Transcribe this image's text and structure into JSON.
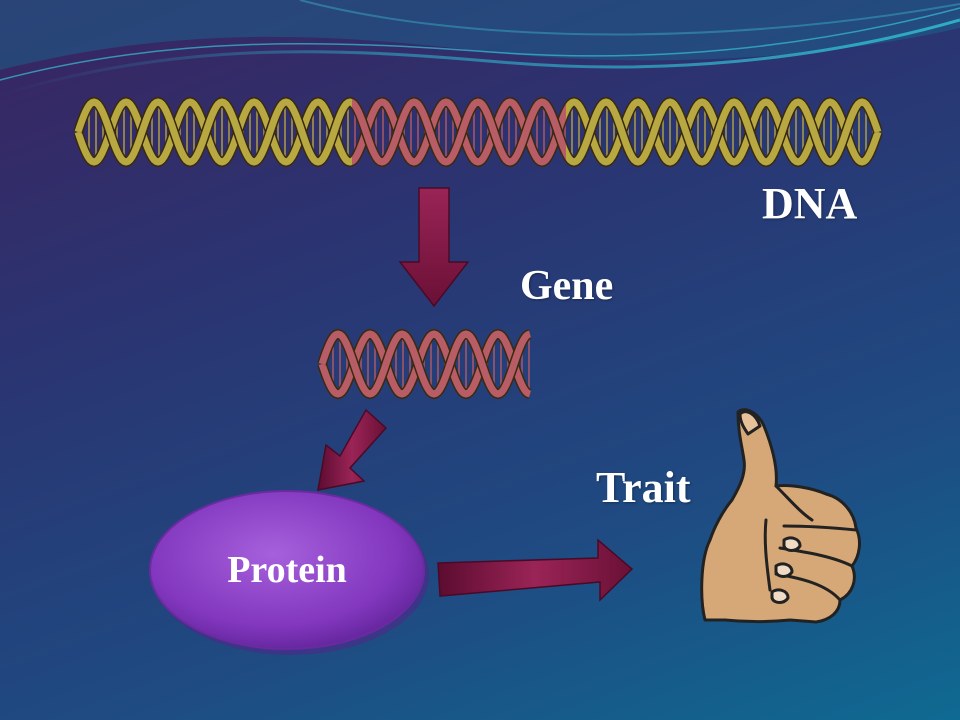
{
  "labels": {
    "dna": "DNA",
    "gene": "Gene",
    "trait": "Trait",
    "protein": "Protein"
  },
  "colors": {
    "dna_strand": "#b8a842",
    "gene_strand": "#b85c66",
    "arrow": "#7a1440",
    "protein": "#8a3ec4",
    "hand": "#d7a877"
  },
  "icons": {
    "dna": "dna-double-helix",
    "gene": "gene-double-helix",
    "trait": "thumbs-up-hand"
  }
}
